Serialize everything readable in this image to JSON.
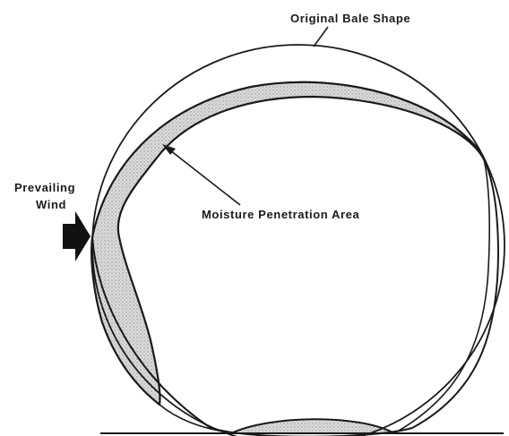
{
  "labels": {
    "original_bale_shape": "Original Bale Shape",
    "moisture_area": "Moisture Penetration Area",
    "prevailing_wind_line1": "Prevailing",
    "prevailing_wind_line2": "Wind"
  },
  "colors": {
    "ink": "#1a1a1a",
    "moisture_fill": "#d7d7d7",
    "background": "#ffffff"
  },
  "icons": {
    "wind": "wind-arrow-icon",
    "leader": "leader-arrow-icon"
  }
}
